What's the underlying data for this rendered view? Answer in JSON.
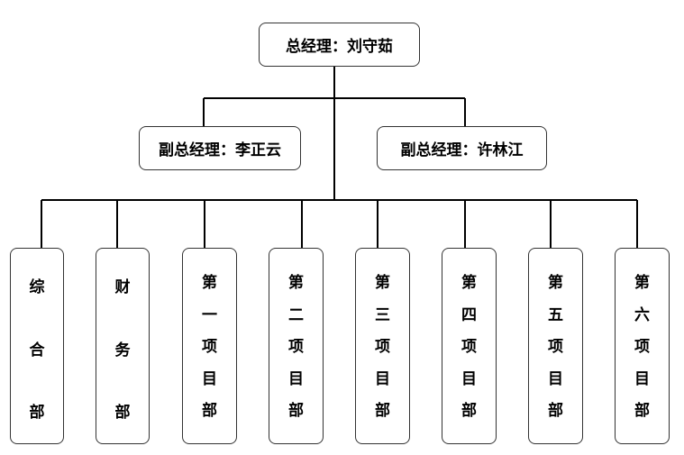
{
  "org_chart": {
    "general_manager": {
      "label": "总经理：刘守茹"
    },
    "deputy_managers": [
      {
        "label": "副总经理：李正云"
      },
      {
        "label": "副总经理：许林江"
      }
    ],
    "departments": [
      {
        "chars": [
          "综",
          "合",
          "部"
        ]
      },
      {
        "chars": [
          "财",
          "务",
          "部"
        ]
      },
      {
        "chars": [
          "第",
          "一",
          "项",
          "目",
          "部"
        ]
      },
      {
        "chars": [
          "第",
          "二",
          "项",
          "目",
          "部"
        ]
      },
      {
        "chars": [
          "第",
          "三",
          "项",
          "目",
          "部"
        ]
      },
      {
        "chars": [
          "第",
          "四",
          "项",
          "目",
          "部"
        ]
      },
      {
        "chars": [
          "第",
          "五",
          "项",
          "目",
          "部"
        ]
      },
      {
        "chars": [
          "第",
          "六",
          "项",
          "目",
          "部"
        ]
      }
    ]
  },
  "colors": {
    "border": "#333333",
    "line": "#000000",
    "background": "#ffffff"
  }
}
